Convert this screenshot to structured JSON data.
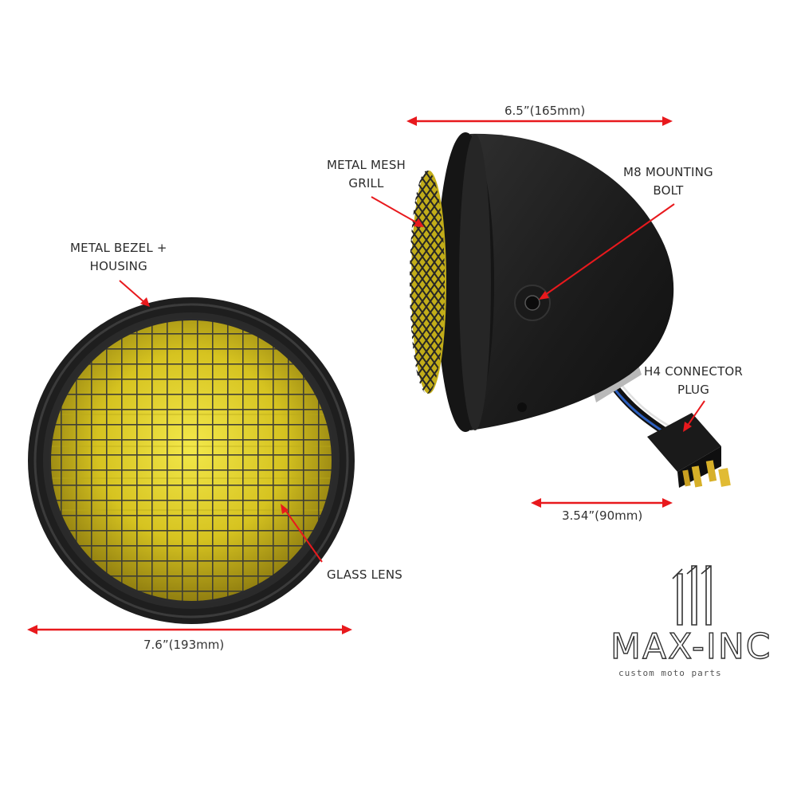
{
  "labels": {
    "bezel": [
      "METAL BEZEL +",
      "HOUSING"
    ],
    "grill": [
      "METAL MESH",
      "GRILL"
    ],
    "bolt": [
      "M8 MOUNTING",
      "BOLT"
    ],
    "connector": [
      "H4 CONNECTOR",
      "PLUG"
    ],
    "lens": "GLASS LENS"
  },
  "dimensions": {
    "depth": "6.5”(165mm)",
    "diameter": "7.6”(193mm)",
    "bucket": "3.54”(90mm)"
  },
  "brand": {
    "name": "MAX-INC",
    "tagline": "custom moto parts"
  },
  "colors": {
    "arrow": "#e8191d",
    "lens": "#c9b81e",
    "housing": "#1c1c1c"
  }
}
